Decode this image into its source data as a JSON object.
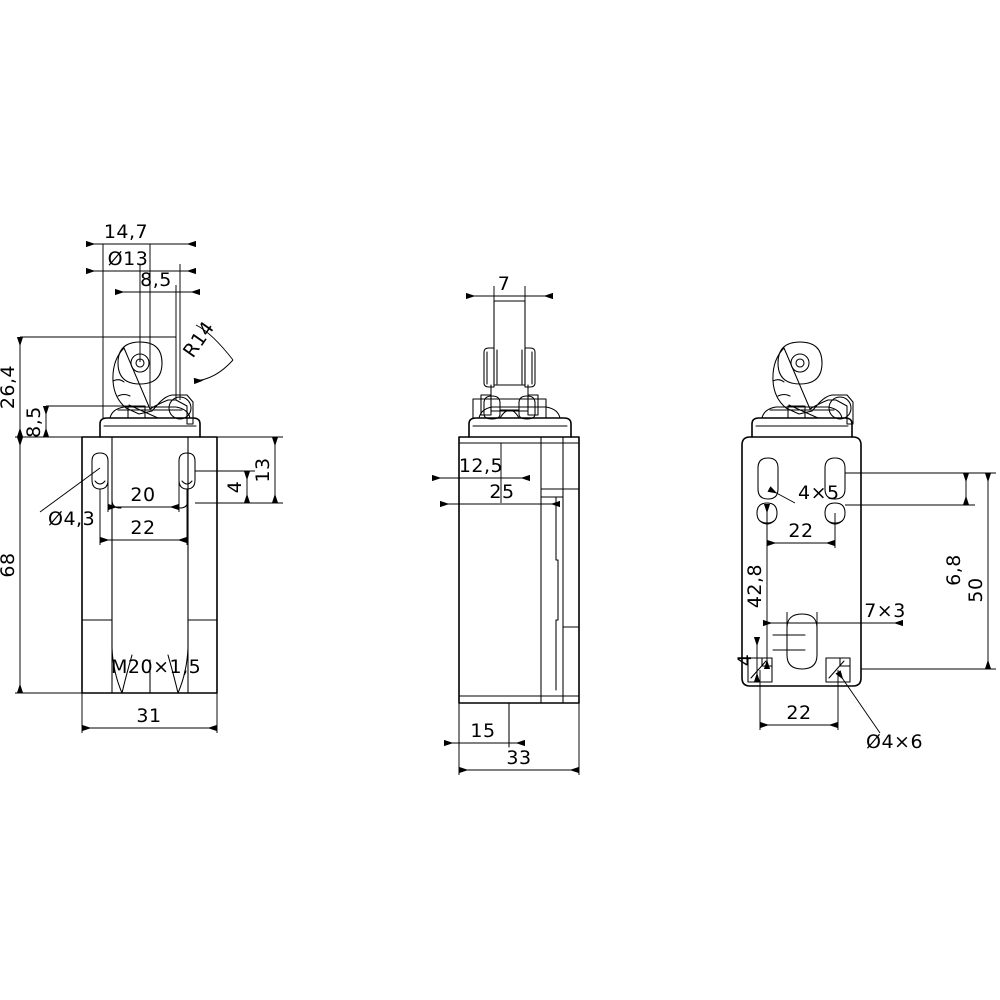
{
  "document": {
    "type": "engineering-drawing",
    "subject": "Position / limit switch with roller lever actuator",
    "projection": "third-angle multiview",
    "units": "mm",
    "background_color": "#ffffff",
    "line_color": "#000000"
  },
  "views": [
    {
      "id": "front",
      "name": "front-view",
      "label": ""
    },
    {
      "id": "side",
      "name": "side-view",
      "label": ""
    },
    {
      "id": "rear",
      "name": "rear-view",
      "label": ""
    }
  ],
  "dimensions": {
    "front": {
      "d_14_7": "14,7",
      "d_13_dia": "Ø13",
      "d_8_5_top": "8,5",
      "r_14": "R14",
      "d_26_4": "26,4",
      "d_8_5_left": "8,5",
      "d_68": "68",
      "d_4_3_dia": "Ø4,3",
      "d_13_right": "13",
      "d_4_right": "4",
      "d_20": "20",
      "d_22": "22",
      "thread": "M20×1,5",
      "d_31": "31"
    },
    "side": {
      "d_7": "7",
      "d_12_5": "12,5",
      "d_25": "25",
      "d_15": "15",
      "d_33": "33"
    },
    "rear": {
      "d_4x5": "4×5",
      "d_22_top": "22",
      "d_42_8": "42,8",
      "d_6_8": "6,8",
      "d_50": "50",
      "d_7x3": "7×3",
      "d_4_left": "4",
      "d_22_bottom": "22",
      "d_4x6_dia": "Ø4×6"
    }
  }
}
